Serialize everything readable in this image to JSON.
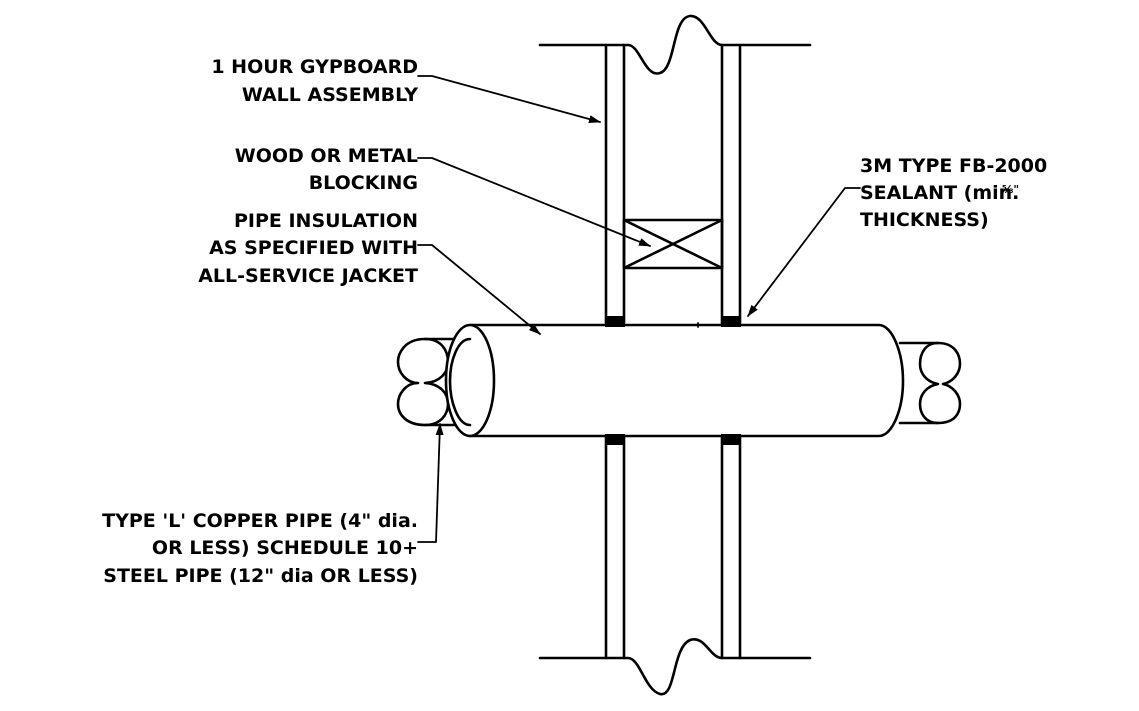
{
  "callouts": {
    "wall": [
      "1 HOUR GYPBOARD",
      "WALL ASSEMBLY"
    ],
    "blocking": [
      "WOOD OR METAL",
      "BLOCKING"
    ],
    "insulation": [
      "PIPE INSULATION",
      "AS SPECIFIED WITH",
      "ALL-SERVICE JACKET"
    ],
    "sealant": [
      "3M TYPE FB-2000",
      "SEALANT (min.",
      "THICKNESS)"
    ],
    "sealant_fraction": "⅝\"",
    "pipe": [
      "TYPE 'L' COPPER PIPE (4\" dia.",
      "OR LESS) SCHEDULE 10+",
      "STEEL PIPE (12\" dia OR LESS)"
    ]
  }
}
